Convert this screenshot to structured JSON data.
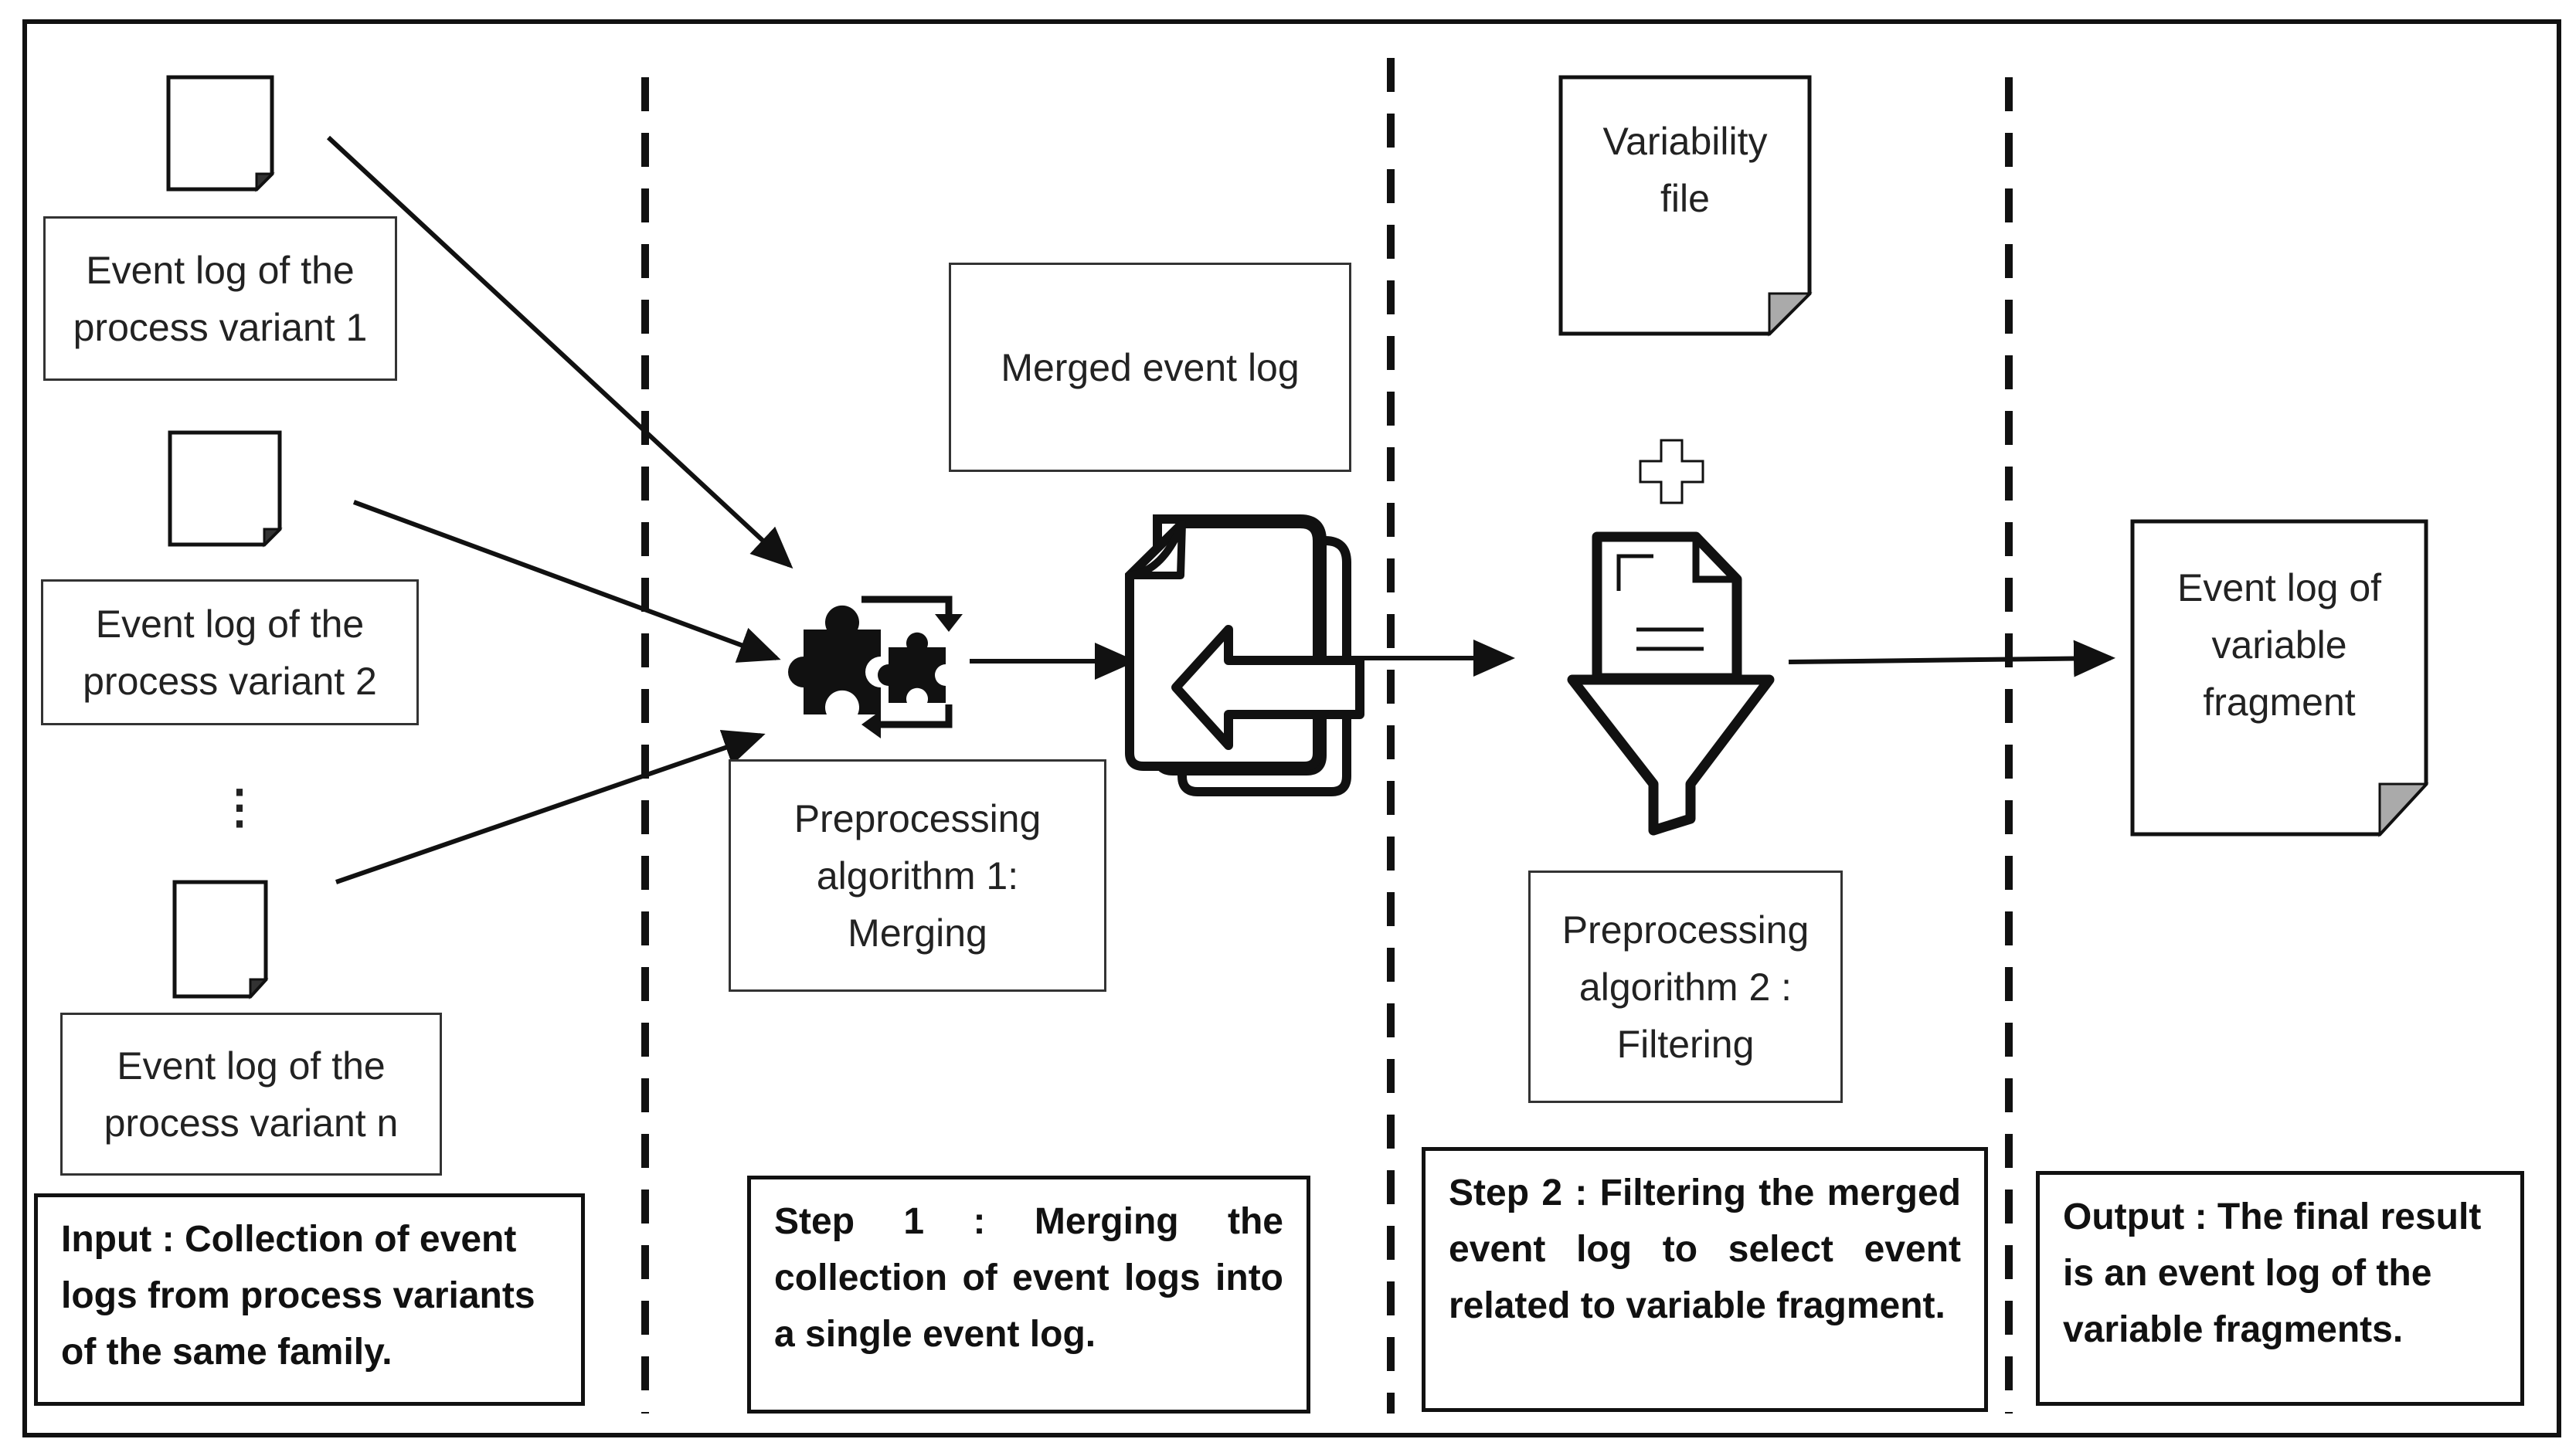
{
  "inputs": [
    {
      "label": "Event log of the\nprocess variant 1"
    },
    {
      "label": "Event log of the\nprocess variant 2"
    },
    {
      "label": "Event log of the\nprocess variant n"
    }
  ],
  "ellipsis": "⋮",
  "merge": {
    "merged_log": "Merged event log",
    "algorithm": "Preprocessing\nalgorithm 1:\nMerging"
  },
  "filter": {
    "variability_file": "Variability\nfile",
    "algorithm": "Preprocessing\nalgorithm 2 :\nFiltering"
  },
  "output": {
    "label": "Event log of\nvariable\nfragment"
  },
  "steps": {
    "input": "Input : Collection of event logs from process variants of the same family.",
    "step1": "Step 1 : Merging the collection of event logs into a single event log.",
    "step2": "Step 2 : Filtering the merged event log to select event related to variable fragment.",
    "output": "Output : The final result is an event log of the variable fragments."
  },
  "icons": [
    "document-icon",
    "puzzle-merge-icon",
    "merged-files-icon",
    "plus-icon",
    "filter-funnel-icon"
  ]
}
